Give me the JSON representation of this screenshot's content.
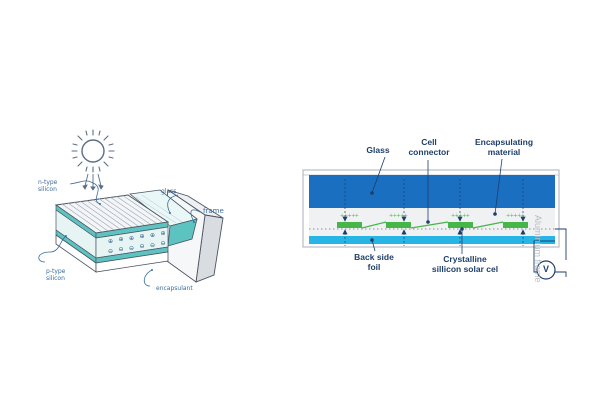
{
  "left_diagram": {
    "labels": {
      "n_type": "n-type\nsilicon",
      "glass": "glass",
      "frame": "frame",
      "p_type": "p-type\nsilicon",
      "encapsulant": "encapsulant"
    },
    "cell_symbols": [
      "⊕",
      "⊕",
      "⊕",
      "⊕",
      "⊕",
      "⊕",
      "⊖",
      "⊖",
      "⊖",
      "⊖",
      "⊖",
      "⊖"
    ]
  },
  "right_diagram": {
    "labels": {
      "glass": "Glass",
      "cell_connector": "Cell\nconnector",
      "encapsulating_material": "Encapsulating\nmaterial",
      "back_side_foil": "Back side\nfoil",
      "crystalline_cell": "Crystalline\nsillicon solar cel",
      "aluminium_frame": "Aluminium frame",
      "voltmeter": "V"
    },
    "cell_markings": [
      "+++++",
      "+++++",
      "+++++",
      "+++++"
    ]
  },
  "colors": {
    "glass_blue": "#1a6fc0",
    "backfoil_cyan": "#27b5e6",
    "cell_green": "#47b649",
    "label_navy": "#1e3e6b",
    "teal": "#5cc3c0",
    "line_blue": "#3a7ab9"
  }
}
